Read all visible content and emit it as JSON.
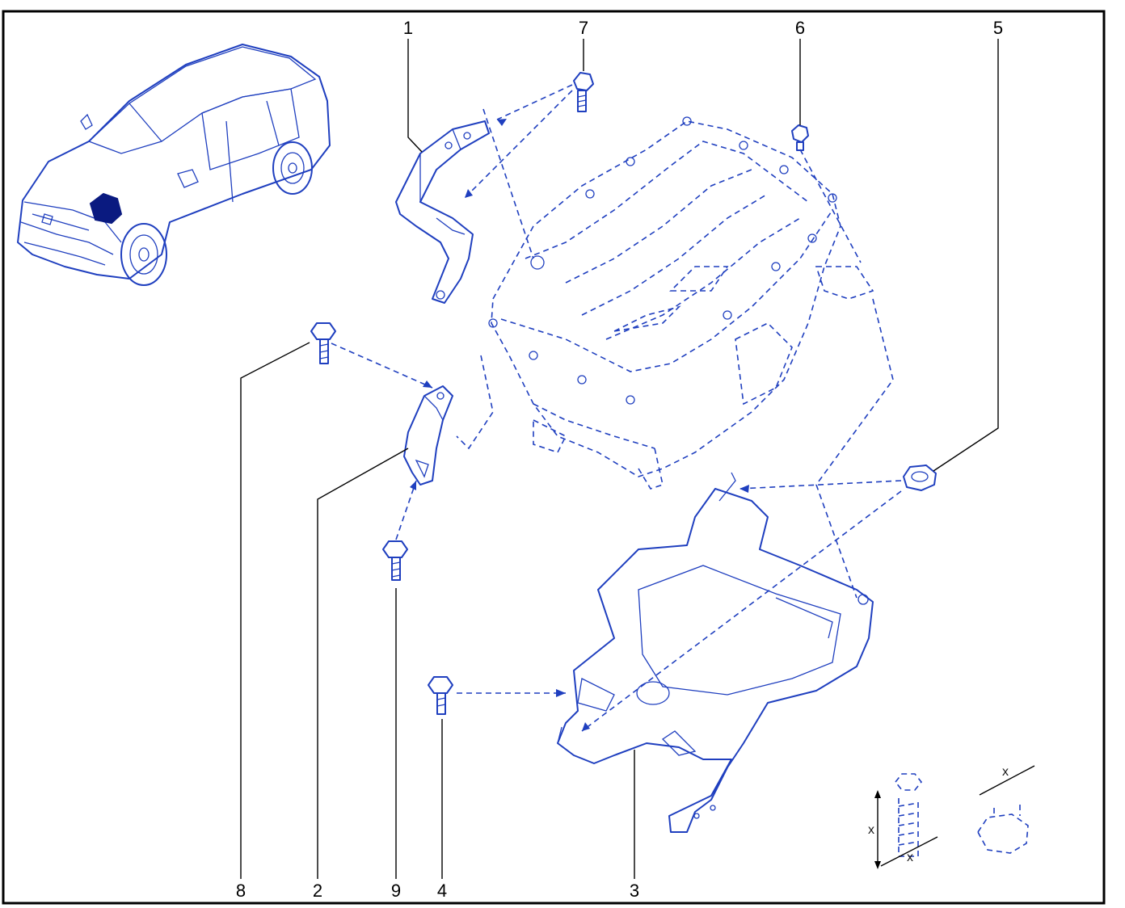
{
  "diagram": {
    "callouts": [
      {
        "id": "1",
        "text": "1"
      },
      {
        "id": "2",
        "text": "2"
      },
      {
        "id": "3",
        "text": "3"
      },
      {
        "id": "4",
        "text": "4"
      },
      {
        "id": "5",
        "text": "5"
      },
      {
        "id": "6",
        "text": "6"
      },
      {
        "id": "7",
        "text": "7"
      },
      {
        "id": "8",
        "text": "8"
      },
      {
        "id": "9",
        "text": "9"
      }
    ],
    "dimension_symbol": "x",
    "colors": {
      "line": "#1f3fbf",
      "frame": "#000000",
      "highlight": "#0a1a80"
    }
  }
}
